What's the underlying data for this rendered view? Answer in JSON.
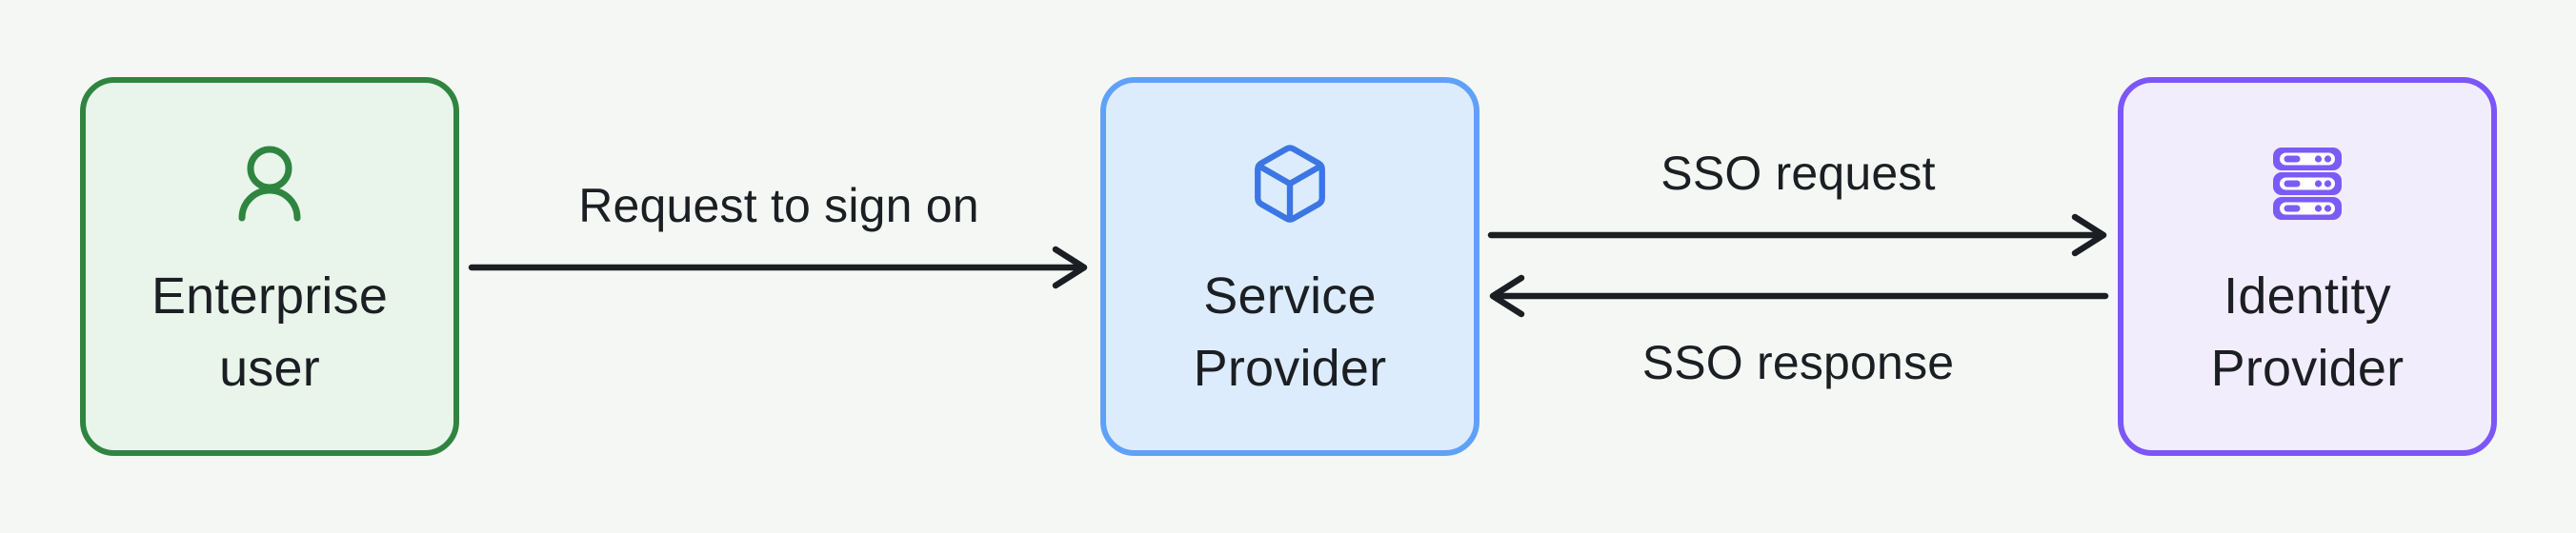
{
  "diagram": {
    "background_color": "#F5F7F4",
    "text_color": "#1B1F23",
    "nodes": [
      {
        "id": "enterprise-user",
        "label": "Enterprise user",
        "label_lines": [
          "Enterprise",
          "user"
        ],
        "icon": "user-icon",
        "border_color": "#2F8540",
        "fill_color": "#E9F5EB",
        "icon_color": "#2F8540"
      },
      {
        "id": "service-provider",
        "label": "Service Provider",
        "label_lines": [
          "Service",
          "Provider"
        ],
        "icon": "cube-icon",
        "border_color": "#5FA1F9",
        "fill_color": "#DDECFD",
        "icon_color": "#3B76E4"
      },
      {
        "id": "identity-provider",
        "label": "Identity Provider",
        "label_lines": [
          "Identity",
          "Provider"
        ],
        "icon": "server-icon",
        "border_color": "#7C56F7",
        "fill_color": "#F2EDFD",
        "icon_color": "#7B5BF5"
      }
    ],
    "edges": [
      {
        "from": "enterprise-user",
        "to": "service-provider",
        "label": "Request to sign on",
        "direction": "right"
      },
      {
        "from": "service-provider",
        "to": "identity-provider",
        "label": "SSO request",
        "direction": "right"
      },
      {
        "from": "identity-provider",
        "to": "service-provider",
        "label": "SSO response",
        "direction": "left"
      }
    ],
    "arrow_color": "#1B1F23"
  }
}
